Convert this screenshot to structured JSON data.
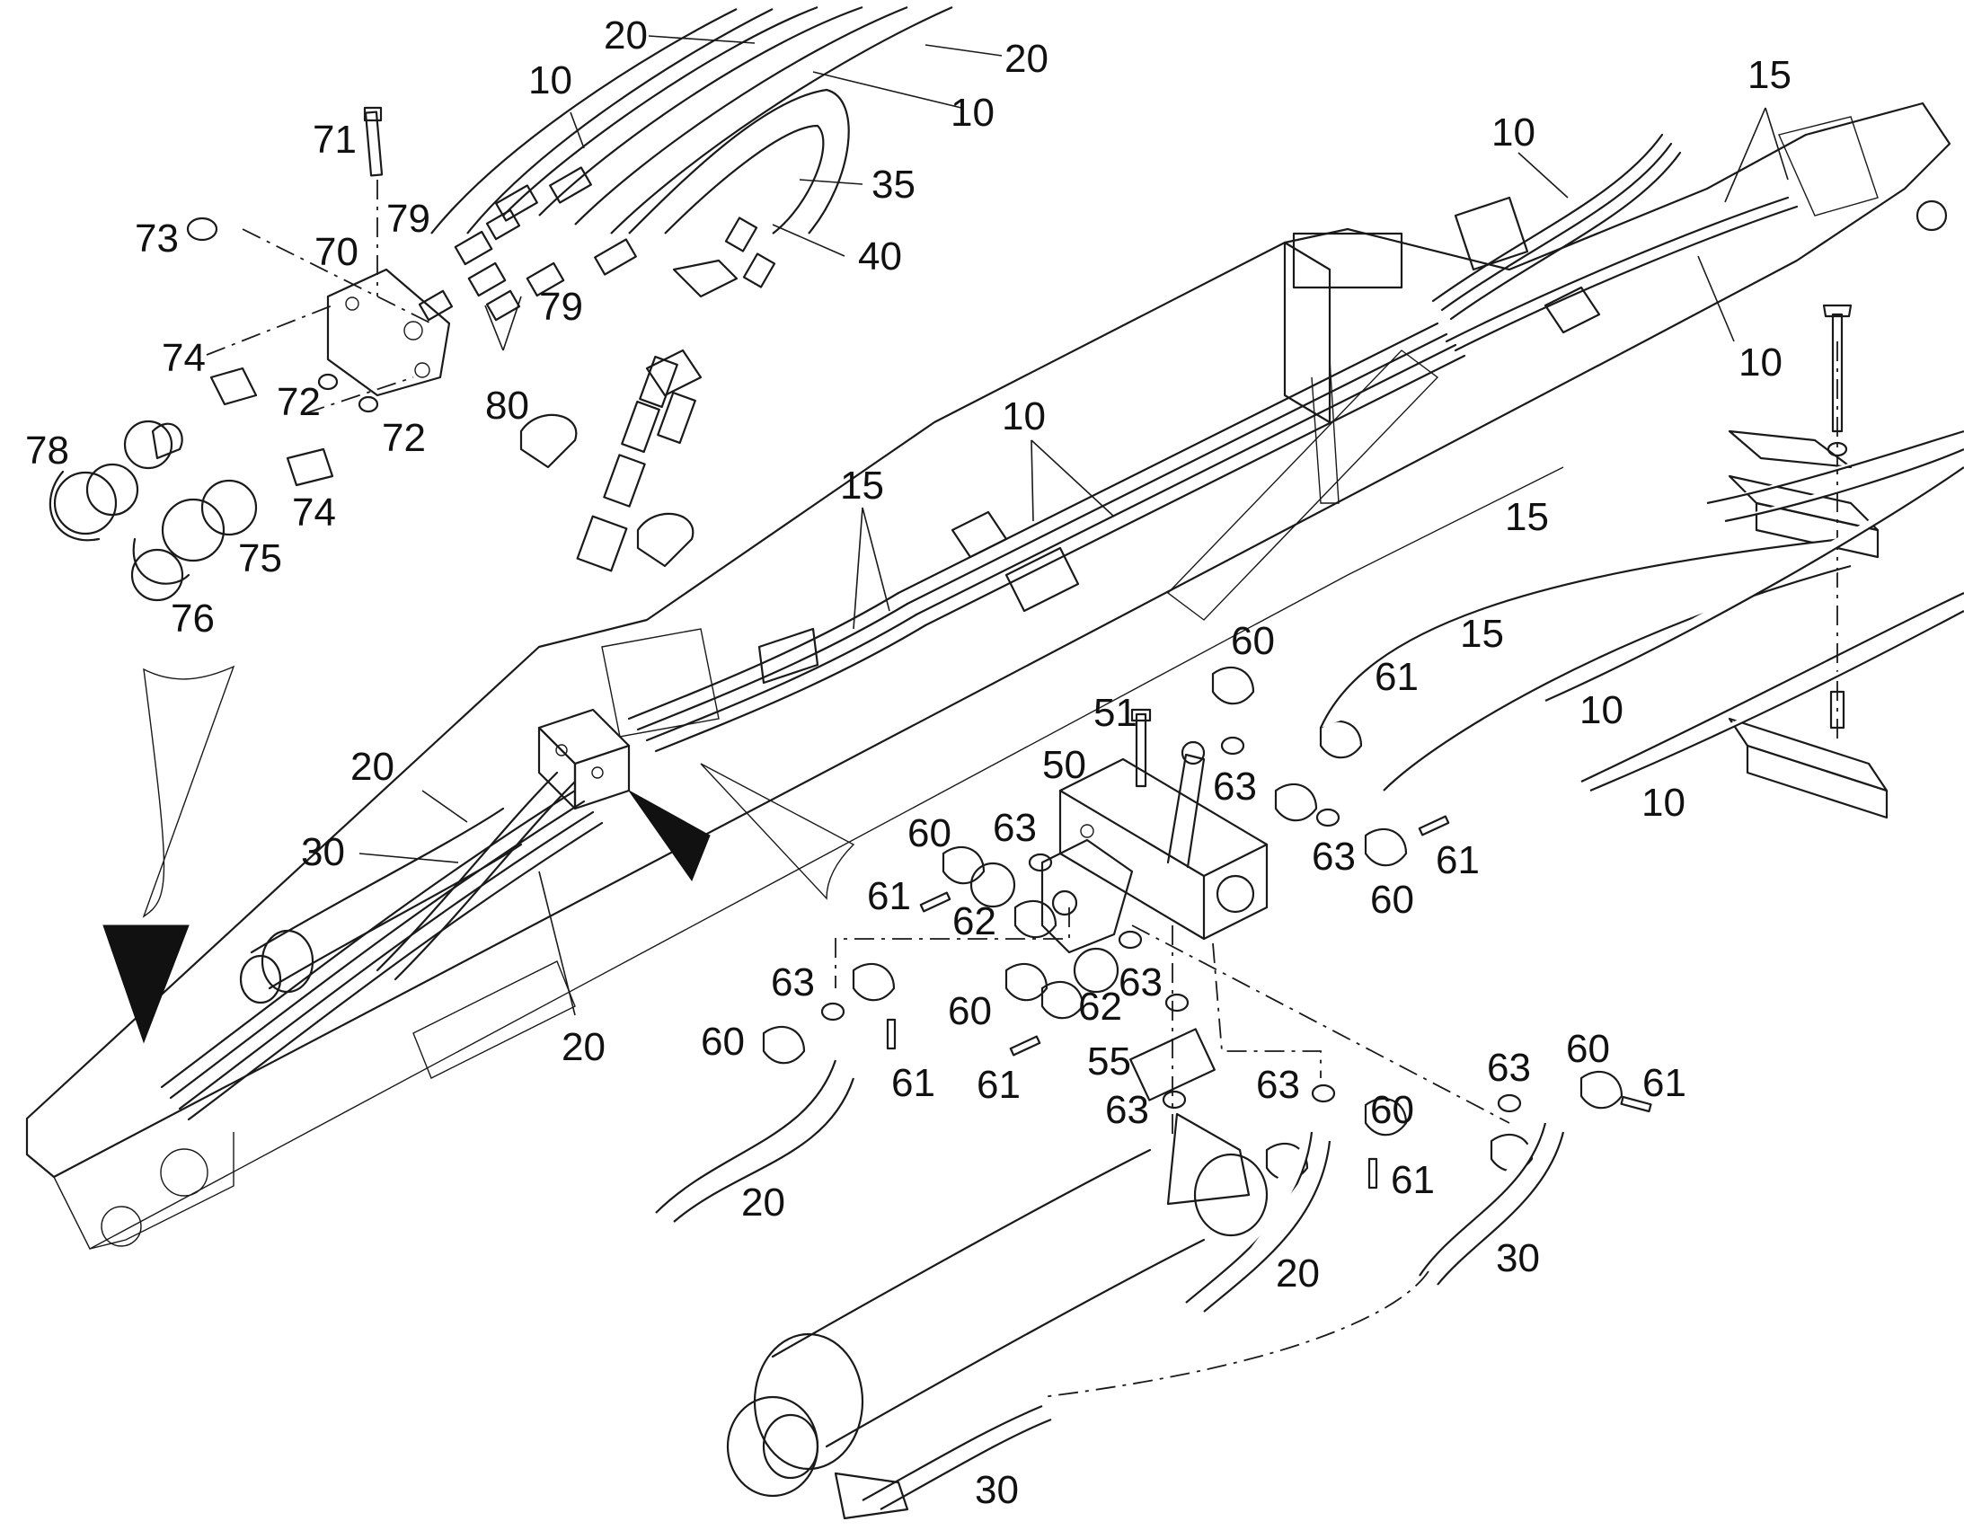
{
  "labels": {
    "l20a": "20",
    "l10a": "10",
    "l20b": "20",
    "l10b": "10",
    "l71": "71",
    "l79a": "79",
    "l35": "35",
    "l73": "73",
    "l70": "70",
    "l40": "40",
    "l79b": "79",
    "l74a": "74",
    "l72a": "72",
    "l80": "80",
    "l72b": "72",
    "l78": "78",
    "l74b": "74",
    "l75": "75",
    "l76": "76",
    "l10c": "10",
    "l15a": "15",
    "l10d": "10",
    "l10e": "10",
    "l15b": "15",
    "l15c": "15",
    "l60a": "60",
    "l61a": "61",
    "l15d": "15",
    "l10f": "10",
    "l10g": "10",
    "l20c": "20",
    "l51": "51",
    "l50": "50",
    "l63a": "63",
    "l30a": "30",
    "l60b": "60",
    "l63b": "63",
    "l63c": "63",
    "l61b": "61",
    "l61c": "61",
    "l62a": "62",
    "l60c": "60",
    "l63d": "63",
    "l60d": "60",
    "l63e": "63",
    "l62b": "62",
    "l20d": "20",
    "l60e": "60",
    "l61d": "61",
    "l61e": "61",
    "l55": "55",
    "l63f": "63",
    "l63g": "63",
    "l60f": "60",
    "l63h": "63",
    "l60g": "60",
    "l61f": "61",
    "l61g": "61",
    "l20e": "20",
    "l20f": "20",
    "l30b": "30",
    "l30c": "30"
  }
}
